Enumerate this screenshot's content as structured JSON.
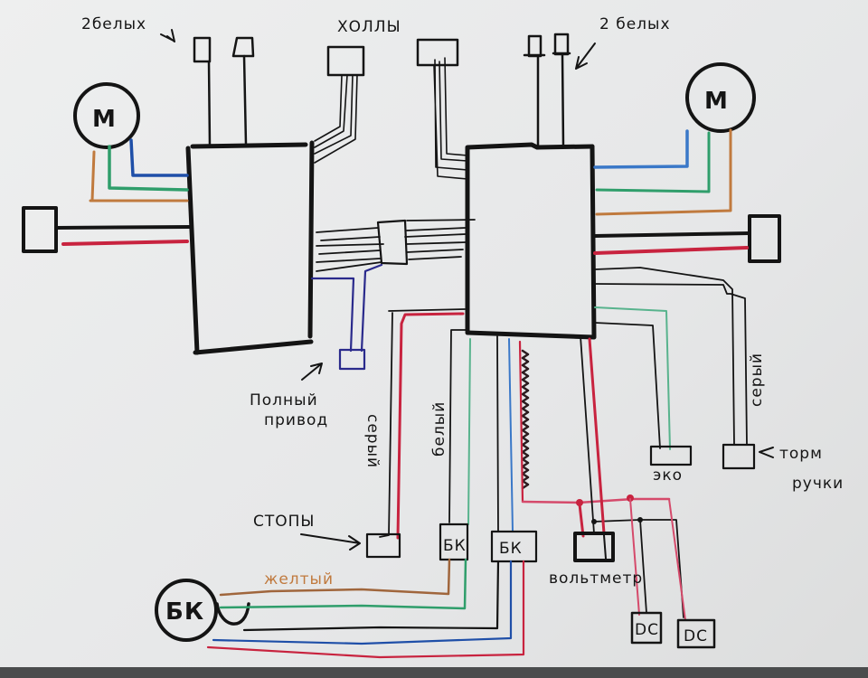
{
  "title": "Схема подключения двух контроллеров (полный привод)",
  "colors": {
    "black": "#141414",
    "red": "#c8233f",
    "blue": "#1f4fa8",
    "green": "#2f9e6b",
    "teal": "#58b38d",
    "orange": "#c07a3e",
    "navy": "#2a2a8c",
    "brown": "#a0663c",
    "pink": "#d54a6b"
  },
  "labels": {
    "left_two_white": "2белых",
    "right_two_white": "2 белых",
    "halls": "ХОЛЛЫ",
    "motor_left": "М",
    "motor_right": "М",
    "full_drive": "Полный",
    "full_drive_2": "привод",
    "gray_left": "серый",
    "white_mid": "белый",
    "gray_right": "серый",
    "stops": "СТОПЫ",
    "bk_box_1": "БК",
    "bk_box_2": "БК",
    "bk_circle": "БК",
    "yellow": "желтый",
    "voltmeter": "вольтметр",
    "eco": "эко",
    "brake_handles": "торм",
    "brake_handles_2": "ручки",
    "dc_1": "DC",
    "dc_2": "DC"
  }
}
